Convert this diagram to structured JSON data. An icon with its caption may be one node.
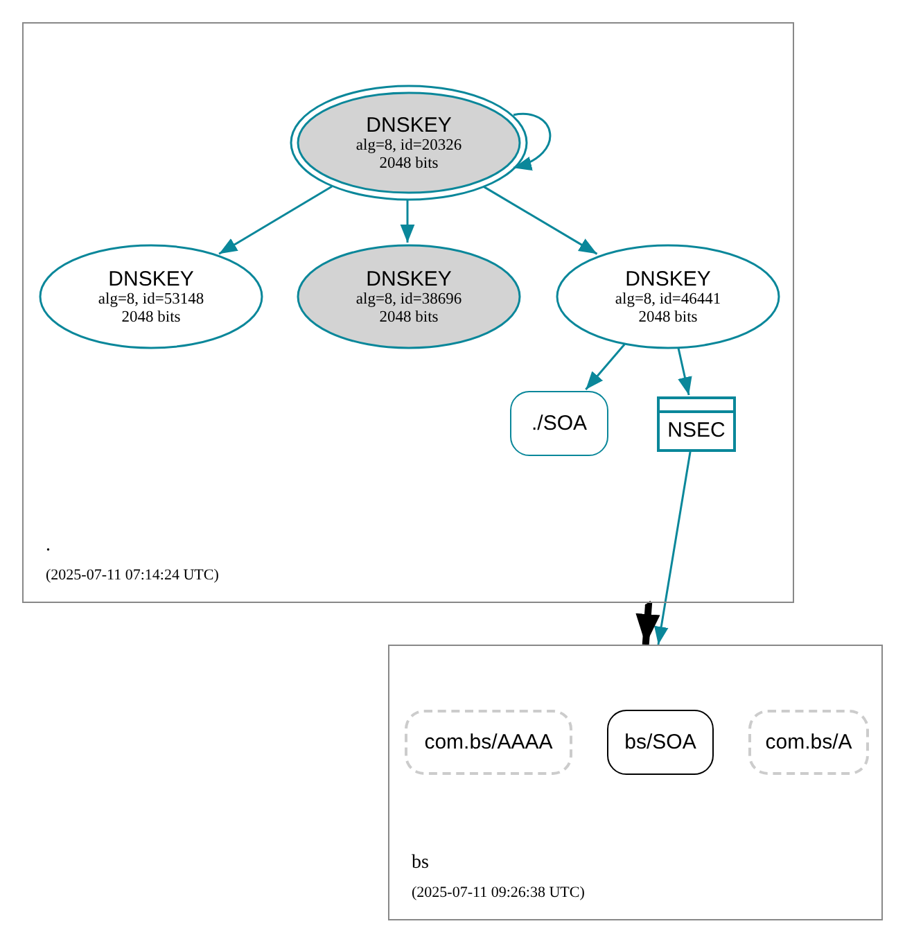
{
  "diagram": {
    "nodes": [
      {
        "text": [
          ".",
          "(2025-07-11 07:14:24 UTC)"
        ]
      },
      {
        "text": [
          "DNSKEY",
          "alg=8, id=20326",
          "2048 bits"
        ],
        "in": 0
      },
      {
        "text": [
          "DNSKEY",
          "alg=8, id=53148",
          "2048 bits"
        ],
        "in": 0
      },
      {
        "text": [
          "DNSKEY",
          "alg=8, id=38696",
          "2048 bits"
        ],
        "in": 0
      },
      {
        "text": [
          "DNSKEY",
          "alg=8, id=46441",
          "2048 bits"
        ],
        "in": 0
      },
      {
        "text": [
          "./SOA"
        ],
        "in": 0
      },
      {
        "text": [
          "NSEC"
        ],
        "in": 0
      },
      {
        "text": [
          "bs",
          "(2025-07-11 09:26:38 UTC)"
        ]
      },
      {
        "text": [
          "com.bs/AAAA"
        ],
        "in": 7
      },
      {
        "text": [
          "bs/SOA"
        ],
        "in": 7
      },
      {
        "text": [
          "com.bs/A"
        ],
        "in": 7
      }
    ],
    "edges": [
      {
        "from": 1,
        "to": 1,
        "arrow": "to"
      },
      {
        "from": 1,
        "to": 2,
        "arrow": "to"
      },
      {
        "from": 1,
        "to": 3,
        "arrow": "to"
      },
      {
        "from": 1,
        "to": 4,
        "arrow": "to"
      },
      {
        "from": 4,
        "to": 5,
        "arrow": "to"
      },
      {
        "from": 4,
        "to": 6,
        "arrow": "to"
      },
      {
        "from": 6,
        "to": 7,
        "arrow": "to"
      },
      {
        "from": 0,
        "to": 7,
        "arrow": "to",
        "style": "thick",
        "color": "#000000"
      }
    ]
  }
}
